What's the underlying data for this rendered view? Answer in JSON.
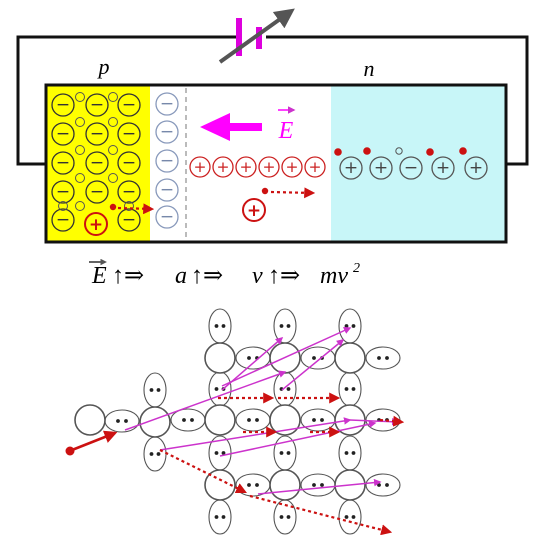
{
  "diagram": {
    "p_label": "p",
    "n_label": "n",
    "field_label": "E",
    "formula": {
      "E": "E",
      "arrow": "↑⇒",
      "a": "a",
      "v": "v",
      "mv": "mv",
      "sq": "2"
    },
    "signs": {
      "minus": "−",
      "plus": "+"
    },
    "colors": {
      "p_region": "#ffff00",
      "n_region": "#c8f6f8",
      "field_arrow": "#ff00ff",
      "carrier_red": "#cc1111",
      "wire": "#111111",
      "battery": "#dd00dd",
      "avalanche_arrow": "#cc33cc"
    },
    "icons": [
      "variable-battery-icon",
      "electric-field-arrow-icon",
      "electron-dot-icon"
    ]
  }
}
